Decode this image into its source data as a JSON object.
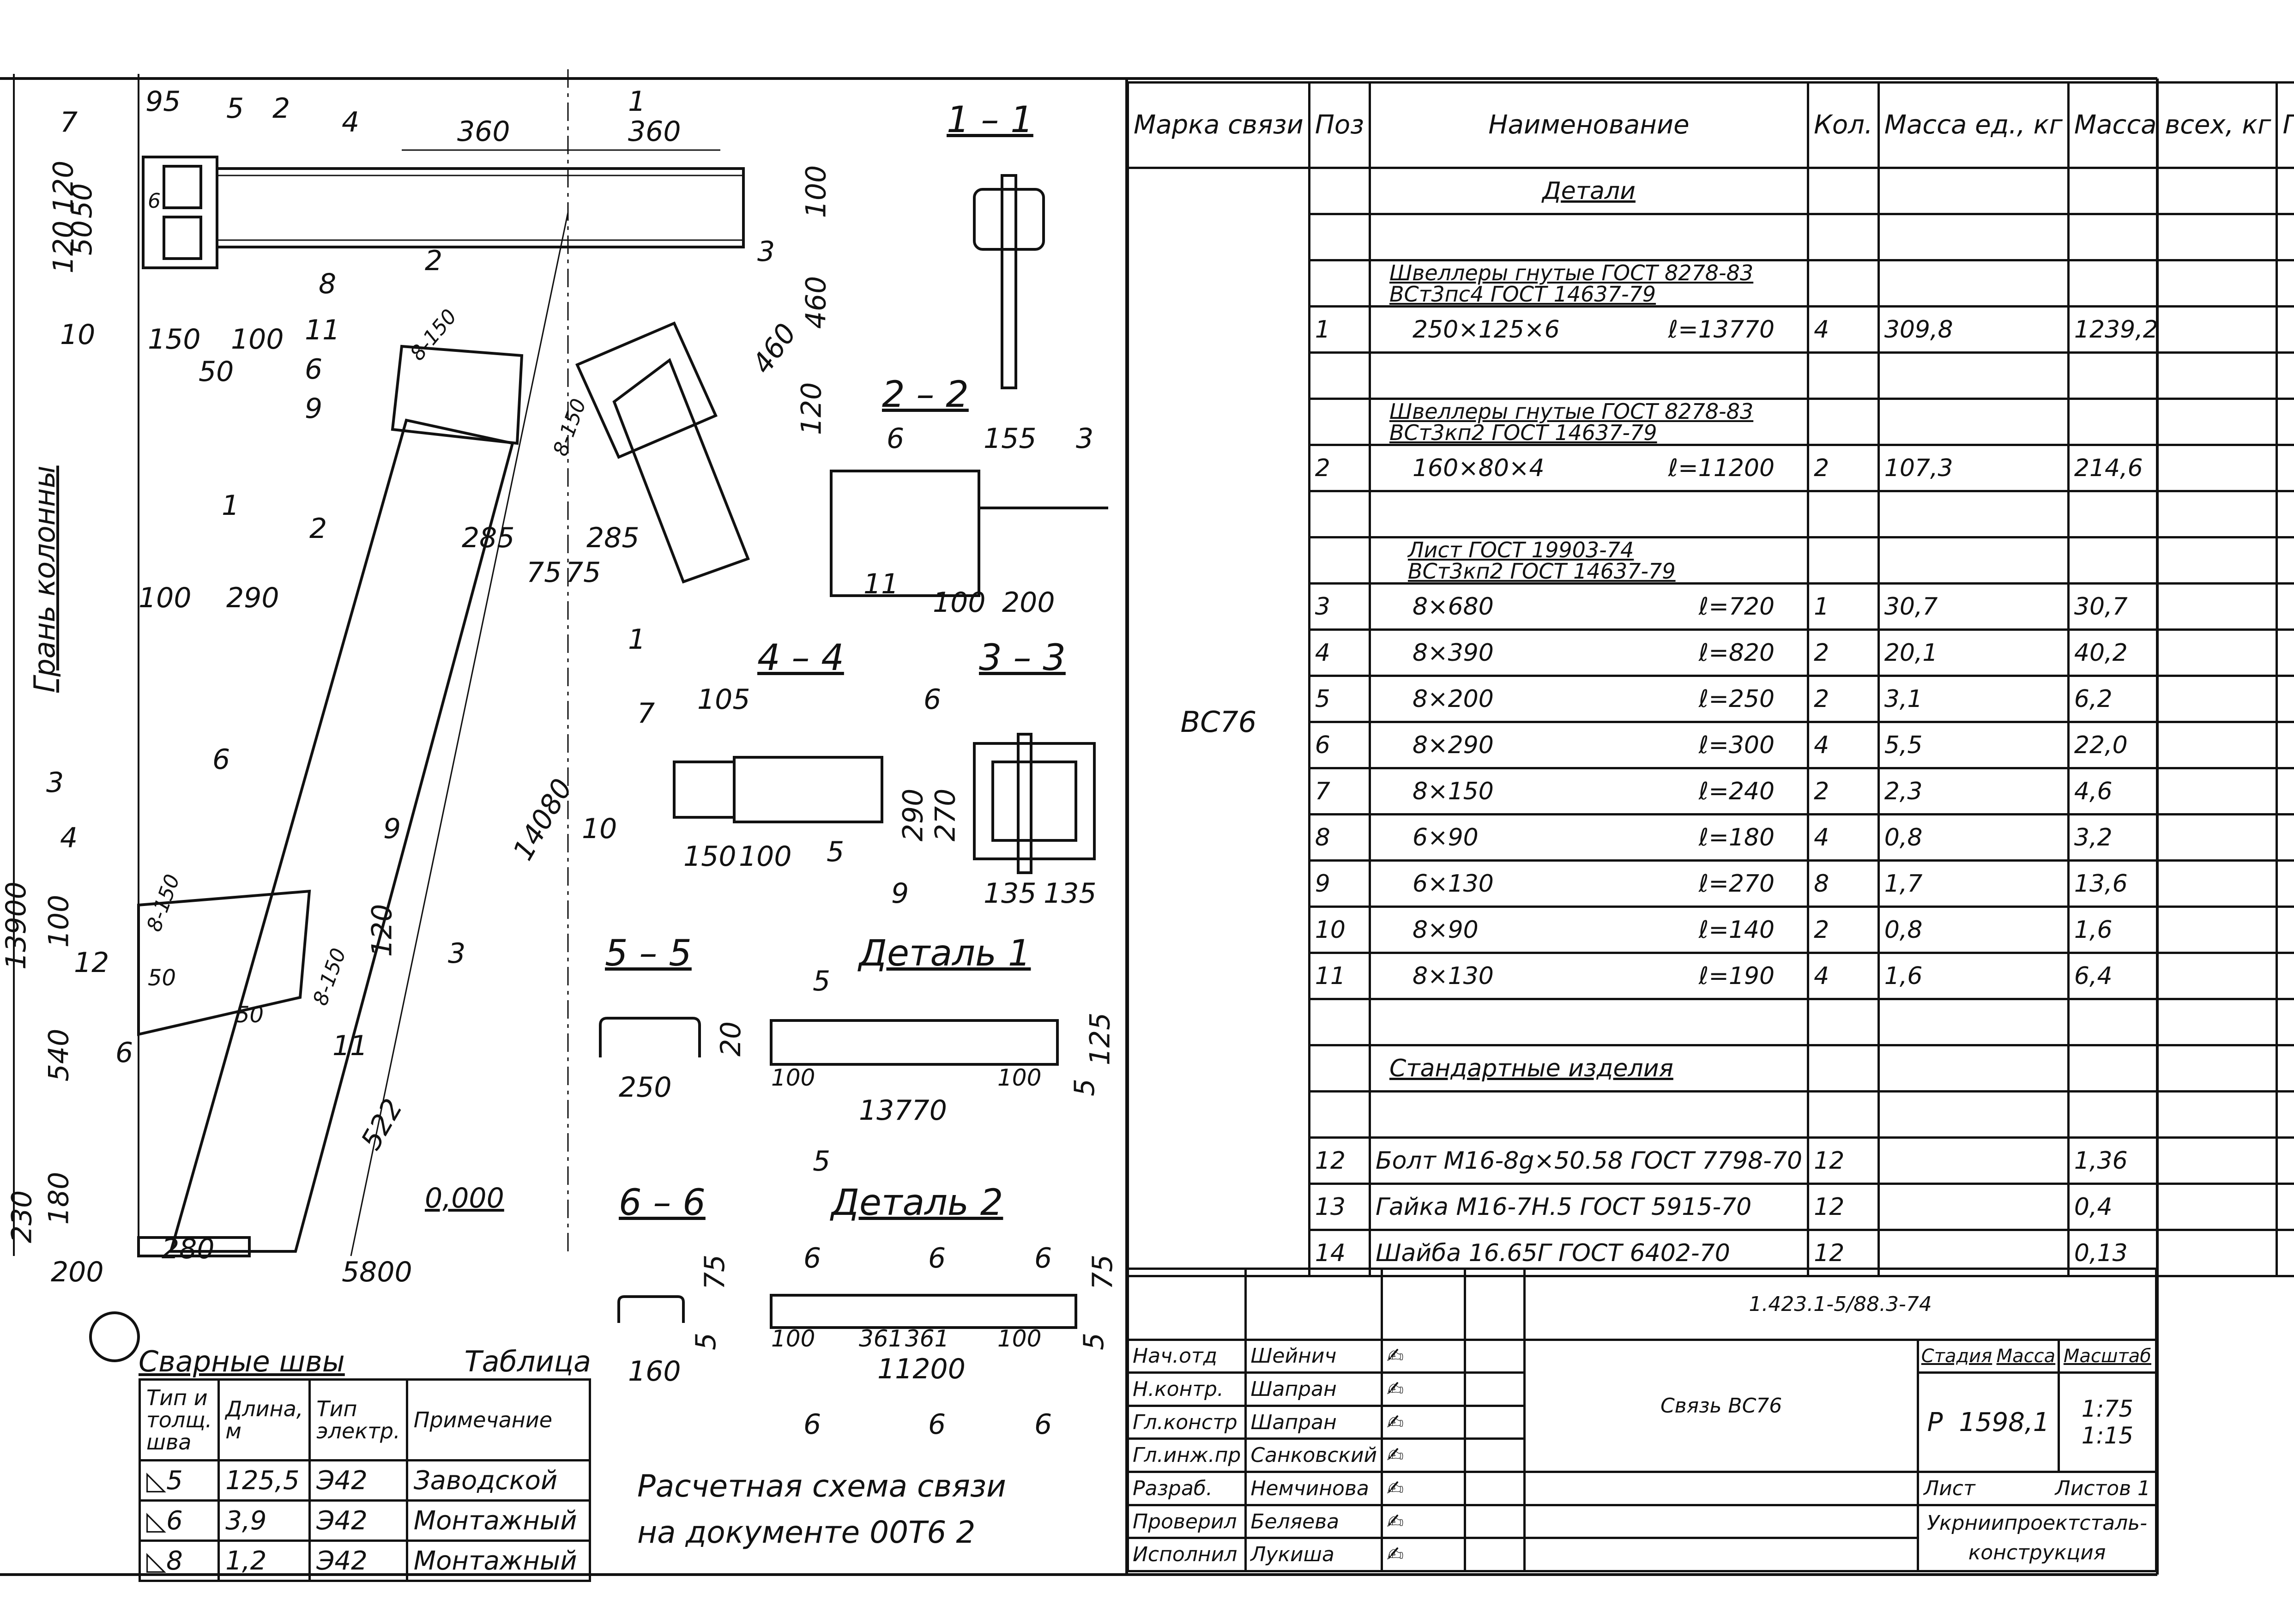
{
  "spec_header": {
    "mark": "Марка связи",
    "pos": "Поз",
    "name": "Наименование",
    "qty": "Кол.",
    "mass_unit": "Масса ед., кг",
    "mass_total": "Масса всех, кг",
    "note": "Примеч."
  },
  "mark_value": "ВС76",
  "section_details": "Детали",
  "section_standard": "Стандартные изделия",
  "group1": {
    "line1": "Швеллеры гнутые ГОСТ 8278-83",
    "line2": "ВСт3пс4 ГОСТ 14637-79"
  },
  "group2": {
    "line1": "Швеллеры гнутые ГОСТ 8278-83",
    "line2": "ВСт3кп2 ГОСТ 14637-79"
  },
  "group3": {
    "line1": "Лист ГОСТ 19903-74",
    "line2": "ВСт3кп2 ГОСТ 14637-79"
  },
  "rows": [
    {
      "pos": "1",
      "size": "250×125×6",
      "len": "ℓ=13770",
      "qty": "4",
      "m1": "309,8",
      "m2": "1239,2"
    },
    {
      "pos": "2",
      "size": "160×80×4",
      "len": "ℓ=11200",
      "qty": "2",
      "m1": "107,3",
      "m2": "214,6"
    },
    {
      "pos": "3",
      "size": "8×680",
      "len": "ℓ=720",
      "qty": "1",
      "m1": "30,7",
      "m2": "30,7"
    },
    {
      "pos": "4",
      "size": "8×390",
      "len": "ℓ=820",
      "qty": "2",
      "m1": "20,1",
      "m2": "40,2"
    },
    {
      "pos": "5",
      "size": "8×200",
      "len": "ℓ=250",
      "qty": "2",
      "m1": "3,1",
      "m2": "6,2"
    },
    {
      "pos": "6",
      "size": "8×290",
      "len": "ℓ=300",
      "qty": "4",
      "m1": "5,5",
      "m2": "22,0"
    },
    {
      "pos": "7",
      "size": "8×150",
      "len": "ℓ=240",
      "qty": "2",
      "m1": "2,3",
      "m2": "4,6"
    },
    {
      "pos": "8",
      "size": "6×90",
      "len": "ℓ=180",
      "qty": "4",
      "m1": "0,8",
      "m2": "3,2"
    },
    {
      "pos": "9",
      "size": "6×130",
      "len": "ℓ=270",
      "qty": "8",
      "m1": "1,7",
      "m2": "13,6"
    },
    {
      "pos": "10",
      "size": "8×90",
      "len": "ℓ=140",
      "qty": "2",
      "m1": "0,8",
      "m2": "1,6"
    },
    {
      "pos": "11",
      "size": "8×130",
      "len": "ℓ=190",
      "qty": "4",
      "m1": "1,6",
      "m2": "6,4"
    }
  ],
  "std_rows": [
    {
      "pos": "12",
      "name": "Болт М16-8g×50.58 ГОСТ 7798-70",
      "qty": "12",
      "m2": "1,36"
    },
    {
      "pos": "13",
      "name": "Гайка М16-7Н.5 ГОСТ 5915-70",
      "qty": "12",
      "m2": "0,4"
    },
    {
      "pos": "14",
      "name": "Шайба 16.65Г ГОСТ 6402-70",
      "qty": "12",
      "m2": "0,13"
    }
  ],
  "title_block": {
    "doc_code": "1.423.1-5/88.3-74",
    "sheet_name": "Связь ВС76",
    "stage_label": "Стадия",
    "mass_label": "Масса",
    "scale_label": "Масштаб",
    "stage": "Р",
    "mass": "1598,1",
    "scale1": "1:75",
    "scale2": "1:15",
    "sheet_label": "Лист",
    "sheets_label": "Листов",
    "sheets": "1",
    "org_line1": "Укрниипроектсталь-",
    "org_line2": "конструкция",
    "staff": [
      {
        "role": "Нач.отд",
        "name": "Шейнич"
      },
      {
        "role": "Н.контр.",
        "name": "Шапран"
      },
      {
        "role": "Гл.констр",
        "name": "Шапран"
      },
      {
        "role": "Гл.инж.пр",
        "name": "Санковский"
      },
      {
        "role": "Разраб.",
        "name": "Немчинова"
      },
      {
        "role": "Проверил",
        "name": "Беляева"
      },
      {
        "role": "Исполнил",
        "name": "Лукиша"
      }
    ]
  },
  "weld_table": {
    "title": "Сварные швы",
    "table_label": "Таблица",
    "headers": {
      "type": "Тип и толщ. шва",
      "length": "Длина, м",
      "electrode": "Тип электр.",
      "note": "Примечание"
    },
    "rows": [
      {
        "t": "5",
        "len": "125,5",
        "el": "Э42",
        "note": "Заводской"
      },
      {
        "t": "6",
        "len": "3,9",
        "el": "Э42",
        "note": "Монтажный"
      },
      {
        "t": "8",
        "len": "1,2",
        "el": "Э42",
        "note": "Монтажный"
      }
    ]
  },
  "notes": {
    "calc_line1": "Расчетная схема связи",
    "calc_line2": "на документе 00Т6 2"
  },
  "views": {
    "s11": "1 – 1",
    "s22": "2 – 2",
    "s33": "3 – 3",
    "s44": "4 – 4",
    "s55": "5 – 5",
    "s66": "6 – 6",
    "det1": "Деталь 1",
    "det2": "Деталь 2"
  },
  "column_face": "Грань колонны",
  "dims": {
    "d95": "95",
    "d360a": "360",
    "d360b": "360",
    "d100": "100",
    "d460a": "460",
    "d460b": "460",
    "d120a": "120",
    "d50a": "50",
    "d50b": "50",
    "d120b": "120",
    "d150": "150",
    "d100b": "100",
    "d50c": "50",
    "d285a": "285",
    "d285b": "285",
    "d75a": "75",
    "d75b": "75",
    "d100c": "100",
    "d290": "290",
    "d14080": "14080",
    "d540": "540",
    "d180": "180",
    "d230": "230",
    "d200": "200",
    "d280": "280",
    "d5800": "5800",
    "d522": "522",
    "d000": "0,000",
    "d13900": "13900",
    "d155": "155",
    "d100d": "100",
    "d200b": "200",
    "d105": "105",
    "d150b": "150",
    "d100e": "100",
    "d290b": "290",
    "d270": "270",
    "d135a": "135",
    "d135b": "135",
    "d20": "20",
    "d250": "250",
    "d125": "125",
    "d5a": "5",
    "d100f": "100",
    "d13770": "13770",
    "d100g": "100",
    "d75c": "75",
    "d5b": "5",
    "d160": "160",
    "d100h": "100",
    "d361a": "361",
    "d361b": "361",
    "d100i": "100",
    "d11200": "11200",
    "d75d": "75",
    "d5c": "5",
    "d8150a": "8-150",
    "d8150b": "8-150",
    "d8150c": "8-150",
    "d8150d": "8-150",
    "d120c": "120",
    "d100j": "100",
    "d120d": "120"
  },
  "callouts": {
    "p1": "1",
    "p2": "2",
    "p3": "3",
    "p4": "4",
    "p5": "5",
    "p6": "6",
    "p7": "7",
    "p8": "8",
    "p9": "9",
    "p10": "10",
    "p11": "11",
    "p12": "12",
    "p1b": "1",
    "p6b": "6",
    "p9b": "9",
    "p11b": "11",
    "p3b": "3",
    "p6c": "6",
    "p11c": "11",
    "p7b": "7",
    "p10b": "10",
    "p5b": "5",
    "p6d": "6",
    "p9c": "9",
    "cut1": "1",
    "cut1b": "1",
    "cut2": "2",
    "cut2b": "2",
    "cut3": "3",
    "cut3b": "3",
    "cut4": "4",
    "cut5": "5",
    "cut5b": "5",
    "cut6a": "6",
    "cut6b": "6",
    "cut6c": "6",
    "cut6d": "6",
    "cut6e": "6",
    "cut6f": "6",
    "w6": "6",
    "w6b": "6"
  }
}
